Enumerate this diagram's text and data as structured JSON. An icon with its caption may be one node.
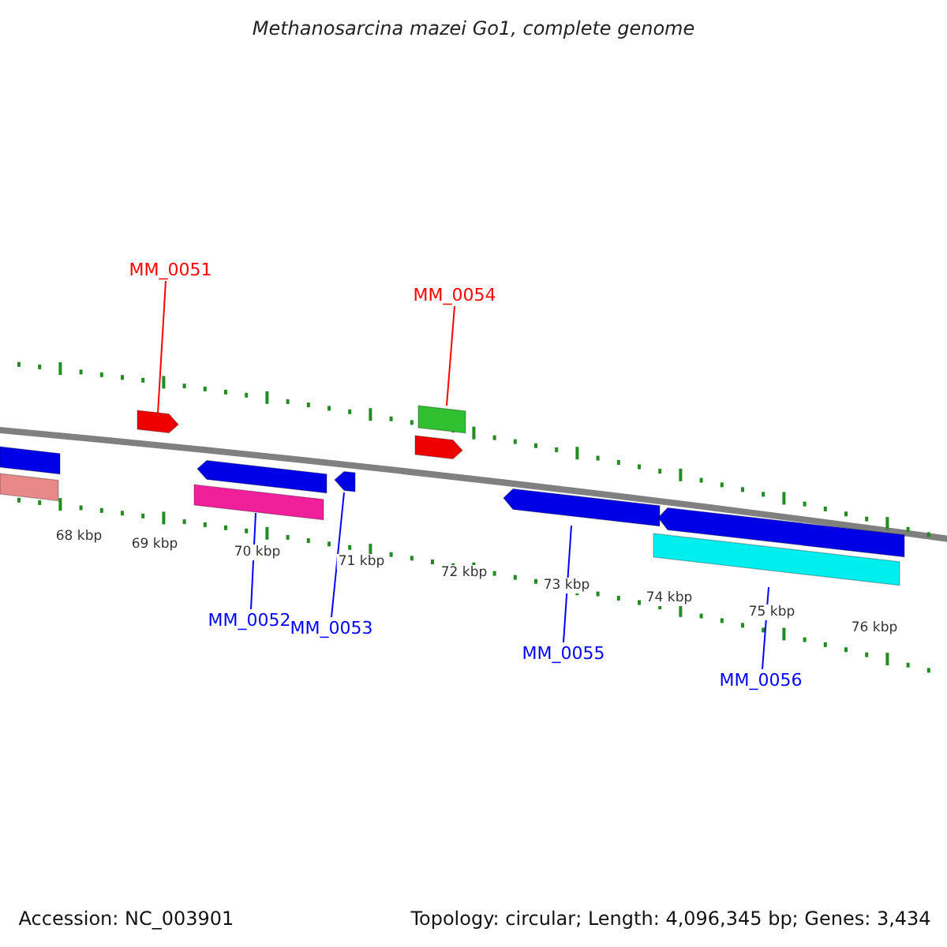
{
  "diagram": {
    "title": "Methanosarcina mazei Go1, complete genome",
    "nodes": [
      {
        "text": [],
        "shape": "bar"
      },
      {
        "text": [],
        "shape": "bar"
      },
      {
        "text": [
          "MM_0051"
        ]
      },
      {
        "text": [],
        "shape": "arrow"
      },
      {
        "text": [
          "MM_0052"
        ]
      },
      {
        "text": [],
        "shape": "bar"
      },
      {
        "text": [],
        "shape": "arrow"
      },
      {
        "text": [
          "MM_0053"
        ]
      },
      {
        "text": [],
        "shape": "arrow"
      },
      {
        "text": [
          "MM_0054"
        ]
      },
      {
        "text": [],
        "shape": "bar"
      },
      {
        "text": [],
        "shape": "arrow"
      },
      {
        "text": [
          "MM_0055"
        ]
      },
      {
        "text": [],
        "shape": "arrow"
      },
      {
        "text": [
          "MM_0056"
        ]
      },
      {
        "text": [],
        "shape": "bar"
      },
      {
        "text": [],
        "shape": "arrow"
      }
    ],
    "edges": [
      {
        "from": 2,
        "to": 3,
        "arrow": "none",
        "color": "#ff0000"
      },
      {
        "from": 4,
        "to": 5,
        "arrow": "none"
      },
      {
        "from": 7,
        "to": 8,
        "arrow": "none"
      },
      {
        "from": 9,
        "to": 10,
        "arrow": "none",
        "color": "#ff0000"
      },
      {
        "from": 12,
        "to": 13,
        "arrow": "none"
      },
      {
        "from": 14,
        "to": 15,
        "arrow": "none"
      }
    ],
    "labels": [
      "68 kbp",
      "69 kbp",
      "70 kbp",
      "71 kbp",
      "72 kbp",
      "73 kbp",
      "74 kbp",
      "75 kbp",
      "76 kbp",
      "Accession: NC_003901",
      "Topology: circular; Length: 4,096,345 bp; Genes: 3,434"
    ]
  }
}
